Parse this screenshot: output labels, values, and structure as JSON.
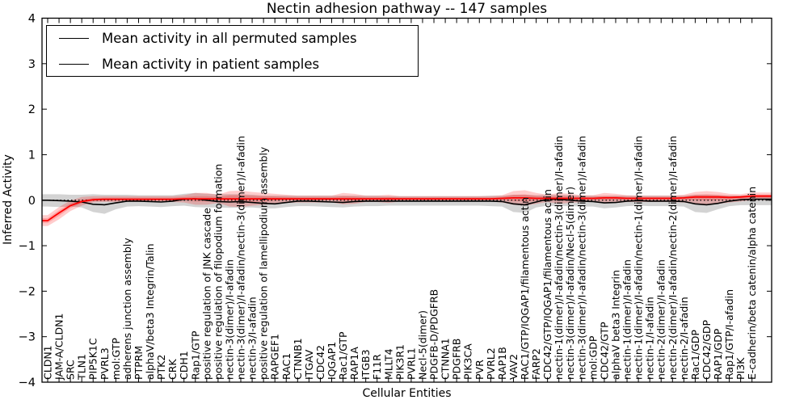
{
  "chart_data": {
    "type": "line",
    "title": "Nectin adhesion pathway -- 147 samples",
    "xlabel": "Cellular Entities",
    "ylabel": "Inferred Activity",
    "ylim": [
      -4,
      4
    ],
    "yticks": [
      4,
      3,
      2,
      1,
      0,
      -1,
      -2,
      -3,
      -4
    ],
    "grid": false,
    "legend_position": "upper left",
    "x_tick_rotation_degrees": 90,
    "zero_line": {
      "y": 0,
      "style": "dotted",
      "color": "#000000"
    },
    "categories": [
      "CLDN1",
      "JAM-A/CLDN1",
      "SRC",
      "TLN1",
      "PIP5K1C",
      "PVRL3",
      "mol:GTP",
      "adherens junction assembly",
      "PTPRM",
      "alphaV/beta3 Integrin/Talin",
      "PTK2",
      "CRK",
      "CDH1",
      "Rap1/GTP",
      "positive regulation of JNK cascade",
      "positive regulation of filopodium formation",
      "nectin-3(dimer)/I-afadin",
      "nectin-3(dimer)/I-afadin/nectin-3(dimer)/I-afadin",
      "nectin-3/I-afadin",
      "positive regulation of lamellipodium assembly",
      "RAPGEF1",
      "RAC1",
      "CTNNB1",
      "ITGAV",
      "CDC42",
      "IQGAP1",
      "Rac1/GTP",
      "RAP1A",
      "ITGB3",
      "F11R",
      "MLLT4",
      "PIK3R1",
      "PVRL1",
      "Necl-5(dimer)",
      "PDGFB-D/PDGFRB",
      "CTNNA1",
      "PDGFRB",
      "PIK3CA",
      "PVR",
      "PVRL2",
      "RAP1B",
      "VAV2",
      "RAC1/GTP/IQGAP1/filamentous actin",
      "FARP2",
      "CDC42/GTP/IQGAP1/filamentous actin",
      "nectin-1(dimer)/I-afadin/nectin-3(dimer)/I-afadin",
      "nectin-3(dimer)/I-afadin/Necl-5(dimer)",
      "nectin-3(dimer)/I-afadin/nectin-3(dimer)/I-afadin",
      "mol:GDP",
      "CDC42/GTP",
      "alphaV beta3 Integrin",
      "nectin-1(dimer)/I-afadin",
      "nectin-1(dimer)/I-afadin/nectin-1(dimer)/I-afadin",
      "nectin-1/I-afadin",
      "nectin-2(dimer)/I-afadin",
      "nectin-2(dimer)/I-afadin/nectin-2(dimer)/I-afadin",
      "nectin-2/I-afadin",
      "Rac1/GDP",
      "CDC42/GDP",
      "RAP1/GDP",
      "Rap1/GTP/I-afadin",
      "PI3K",
      "E-cadherin/beta catenin/alpha catenin"
    ],
    "series": [
      {
        "name": "Mean activity in all permuted samples",
        "color": "#000000",
        "band_color": "rgba(128,128,128,0.35)",
        "values": [
          0.0,
          -0.01,
          -0.02,
          -0.04,
          -0.09,
          -0.1,
          -0.06,
          -0.02,
          -0.02,
          -0.03,
          -0.04,
          -0.02,
          0.02,
          0.03,
          0.0,
          -0.03,
          -0.04,
          -0.03,
          -0.05,
          -0.07,
          -0.08,
          -0.05,
          -0.02,
          -0.02,
          -0.03,
          -0.04,
          -0.05,
          -0.03,
          -0.02,
          -0.02,
          -0.02,
          -0.02,
          -0.02,
          -0.02,
          -0.02,
          -0.02,
          -0.02,
          -0.02,
          -0.02,
          -0.02,
          -0.03,
          -0.08,
          -0.1,
          -0.04,
          0.02,
          0.02,
          0.0,
          -0.02,
          -0.03,
          -0.06,
          -0.05,
          -0.02,
          -0.01,
          -0.02,
          -0.02,
          -0.02,
          -0.03,
          -0.08,
          -0.1,
          -0.07,
          -0.02,
          0.01,
          0.02
        ],
        "band_lo": [
          -0.14,
          -0.15,
          -0.14,
          -0.16,
          -0.26,
          -0.3,
          -0.2,
          -0.14,
          -0.13,
          -0.14,
          -0.15,
          -0.13,
          -0.12,
          -0.15,
          -0.16,
          -0.16,
          -0.17,
          -0.16,
          -0.16,
          -0.18,
          -0.18,
          -0.15,
          -0.13,
          -0.13,
          -0.14,
          -0.15,
          -0.16,
          -0.14,
          -0.13,
          -0.13,
          -0.12,
          -0.12,
          -0.12,
          -0.12,
          -0.12,
          -0.12,
          -0.12,
          -0.12,
          -0.12,
          -0.13,
          -0.14,
          -0.26,
          -0.28,
          -0.16,
          -0.12,
          -0.13,
          -0.13,
          -0.14,
          -0.14,
          -0.18,
          -0.16,
          -0.13,
          -0.12,
          -0.13,
          -0.13,
          -0.13,
          -0.14,
          -0.26,
          -0.28,
          -0.2,
          -0.13,
          -0.11,
          -0.11
        ],
        "band_hi": [
          0.13,
          0.13,
          0.12,
          0.12,
          0.13,
          0.12,
          0.12,
          0.12,
          0.11,
          0.11,
          0.11,
          0.11,
          0.14,
          0.16,
          0.14,
          0.13,
          0.13,
          0.13,
          0.12,
          0.1,
          0.1,
          0.1,
          0.1,
          0.1,
          0.1,
          0.1,
          0.1,
          0.1,
          0.1,
          0.1,
          0.09,
          0.09,
          0.09,
          0.09,
          0.09,
          0.09,
          0.09,
          0.09,
          0.09,
          0.1,
          0.1,
          0.12,
          0.12,
          0.11,
          0.12,
          0.12,
          0.11,
          0.1,
          0.1,
          0.09,
          0.1,
          0.1,
          0.1,
          0.1,
          0.1,
          0.1,
          0.1,
          0.12,
          0.12,
          0.11,
          0.1,
          0.1,
          0.11
        ]
      },
      {
        "name": "Mean activity in patient samples",
        "color": "#ff0000",
        "band_color": "rgba(255,0,0,0.20)",
        "values": [
          -0.45,
          -0.28,
          -0.12,
          -0.03,
          0.01,
          0.02,
          0.02,
          0.02,
          0.02,
          0.02,
          0.02,
          0.02,
          0.03,
          0.03,
          0.03,
          0.03,
          0.03,
          0.03,
          0.03,
          0.03,
          0.03,
          0.03,
          0.03,
          0.03,
          0.03,
          0.03,
          0.03,
          0.03,
          0.03,
          0.03,
          0.03,
          0.03,
          0.03,
          0.03,
          0.03,
          0.03,
          0.03,
          0.03,
          0.03,
          0.03,
          0.04,
          0.05,
          0.05,
          0.04,
          0.04,
          0.04,
          0.04,
          0.04,
          0.04,
          0.05,
          0.05,
          0.04,
          0.04,
          0.04,
          0.04,
          0.04,
          0.05,
          0.07,
          0.07,
          0.07,
          0.06,
          0.07,
          0.09
        ],
        "band_lo": [
          -0.57,
          -0.42,
          -0.24,
          -0.12,
          -0.05,
          -0.04,
          -0.04,
          -0.04,
          -0.04,
          -0.04,
          -0.04,
          -0.04,
          -0.05,
          -0.1,
          -0.1,
          -0.06,
          -0.14,
          -0.15,
          -0.12,
          -0.1,
          -0.08,
          -0.06,
          -0.05,
          -0.05,
          -0.05,
          -0.05,
          -0.09,
          -0.08,
          -0.04,
          -0.04,
          -0.06,
          -0.03,
          -0.03,
          -0.03,
          -0.03,
          -0.03,
          -0.03,
          -0.03,
          -0.03,
          -0.03,
          -0.05,
          -0.1,
          -0.12,
          -0.08,
          -0.04,
          -0.08,
          -0.06,
          -0.04,
          -0.04,
          -0.07,
          -0.06,
          -0.04,
          -0.04,
          -0.04,
          -0.04,
          -0.04,
          -0.05,
          -0.08,
          -0.1,
          -0.08,
          -0.05,
          -0.03,
          0.0
        ],
        "band_hi": [
          -0.33,
          -0.15,
          -0.01,
          0.07,
          0.09,
          0.09,
          0.09,
          0.09,
          0.09,
          0.09,
          0.09,
          0.09,
          0.11,
          0.16,
          0.16,
          0.12,
          0.2,
          0.21,
          0.18,
          0.16,
          0.14,
          0.12,
          0.1,
          0.1,
          0.1,
          0.1,
          0.16,
          0.14,
          0.1,
          0.1,
          0.12,
          0.09,
          0.09,
          0.09,
          0.09,
          0.09,
          0.09,
          0.09,
          0.09,
          0.09,
          0.11,
          0.2,
          0.22,
          0.16,
          0.12,
          0.16,
          0.14,
          0.11,
          0.11,
          0.16,
          0.14,
          0.11,
          0.1,
          0.1,
          0.1,
          0.1,
          0.12,
          0.18,
          0.2,
          0.18,
          0.14,
          0.13,
          0.17
        ]
      }
    ]
  }
}
